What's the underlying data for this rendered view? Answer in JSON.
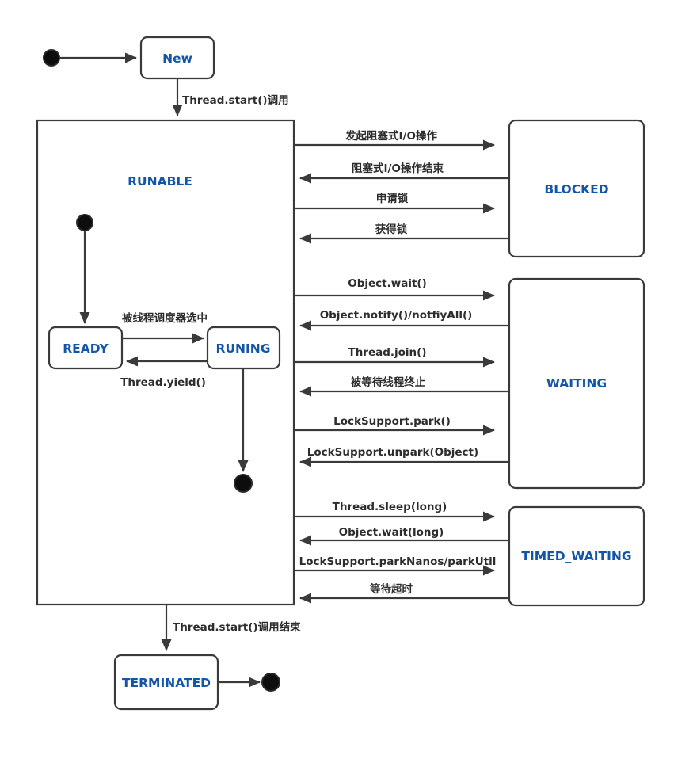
{
  "diagram": {
    "type": "state-machine",
    "subject": "java-thread-states",
    "colors": {
      "state_text": "#1356a8",
      "line": "#3a3a3a",
      "label_text": "#2d2d2d",
      "background": "#ffffff"
    },
    "states": {
      "new": "New",
      "runable": "RUNABLE",
      "ready": "READY",
      "runing": "RUNING",
      "blocked": "BLOCKED",
      "waiting": "WAITING",
      "timed_waiting": "TIMED_WAITING",
      "terminated": "TERMINATED"
    },
    "transitions": {
      "thread_start": "Thread.start()调用",
      "scheduler_selected": "被线程调度器选中",
      "thread_yield": "Thread.yield()",
      "io_block_start": "发起阻塞式I/O操作",
      "io_block_end": "阻塞式I/O操作结束",
      "lock_request": "申请锁",
      "lock_acquired": "获得锁",
      "object_wait": "Object.wait()",
      "object_notify": "Object.notify()/notfiyAll()",
      "thread_join": "Thread.join()",
      "waited_thread_terminated": "被等待线程终止",
      "locksupport_park": "LockSupport.park()",
      "locksupport_unpark": "LockSupport.unpark(Object)",
      "thread_sleep": "Thread.sleep(long)",
      "object_wait_long": "Object.wait(long)",
      "locksupport_parknanos": "LockSupport.parkNanos/parkUtil",
      "wait_timeout": "等待超时",
      "thread_start_finished": "Thread.start()调用结束"
    }
  }
}
